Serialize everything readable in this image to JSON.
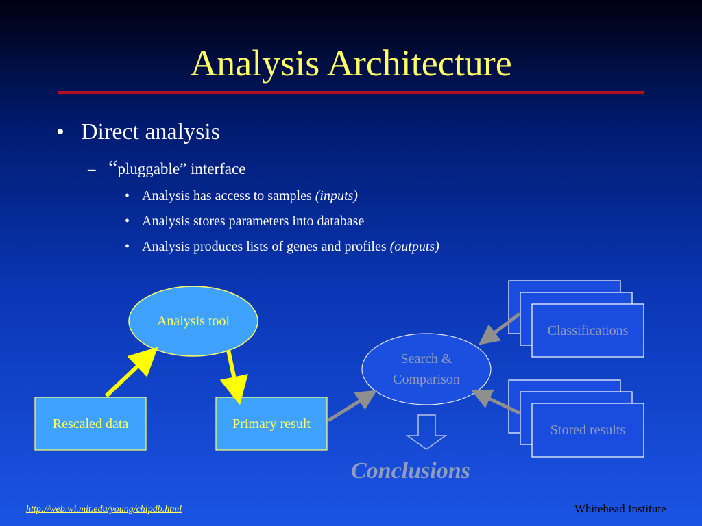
{
  "slide": {
    "title": "Analysis Architecture",
    "bullets": {
      "level1": {
        "marker": "•",
        "text": "Direct analysis"
      },
      "level2": {
        "marker": "–",
        "open_quote": "“",
        "text": "pluggable” interface"
      },
      "level3": [
        {
          "marker": "•",
          "text": "Analysis has access to samples ",
          "emphasis": "(inputs)"
        },
        {
          "marker": "•",
          "text": "Analysis stores parameters into database",
          "emphasis": ""
        },
        {
          "marker": "•",
          "text": "Analysis produces lists of genes and profiles ",
          "emphasis": "(outputs)"
        }
      ]
    },
    "diagram": {
      "analysis_tool": "Analysis tool",
      "rescaled_data": "Rescaled data",
      "primary_result": "Primary result",
      "search_comparison_line1": "Search &",
      "search_comparison_line2": "Comparison",
      "classifications": "Classifications",
      "stored_results": "Stored results",
      "conclusions": "Conclusions"
    },
    "footer": {
      "link": "http://web.wi.mit.edu/young/chipdb.html",
      "organization": "Whitehead Institute"
    }
  },
  "colors": {
    "title": "#ffff66",
    "title_rule": "#b01020",
    "node_fill_light": "#3fa2ff",
    "node_border_yellow": "#ffff66",
    "arrow_yellow": "#ffff00",
    "arrow_gray": "#8f8f8f",
    "muted_text": "#8f9cbf"
  }
}
